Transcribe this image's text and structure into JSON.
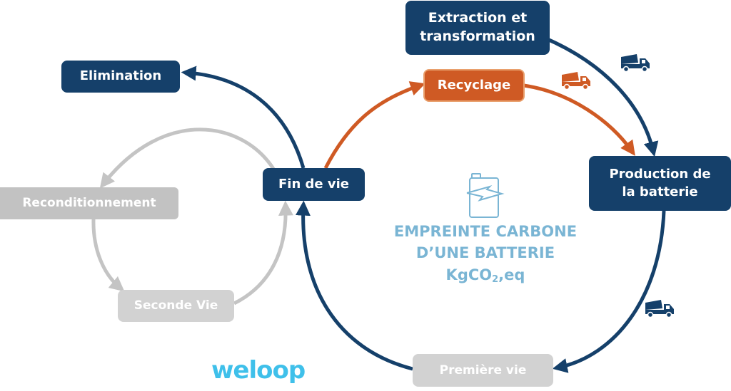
{
  "nodes": {
    "extraction": {
      "line1": "Extraction et",
      "line2": "transformation"
    },
    "production": {
      "line1": "Production de",
      "line2": "la batterie"
    },
    "premiere_vie": "Première vie",
    "fin_de_vie": "Fin de vie",
    "recyclage": "Recyclage",
    "elimination": "Elimination",
    "reconditionnement": "Reconditionnement",
    "seconde_vie": "Seconde Vie"
  },
  "center": {
    "line1": "EMPREINTE CARBONE",
    "line2": "D’UNE BATTERIE",
    "unit_main": "KgCO",
    "unit_sub": "2",
    "unit_tail": ",eq"
  },
  "logo": "weloop",
  "colors": {
    "dark_blue": "#15406a",
    "orange": "#cf5a24",
    "grey": "#c2c2c2",
    "light_blue": "#7ab5d4",
    "logo": "#3fc0ea"
  },
  "icons": [
    "truck-icon",
    "truck-icon",
    "truck-icon",
    "battery-icon"
  ]
}
